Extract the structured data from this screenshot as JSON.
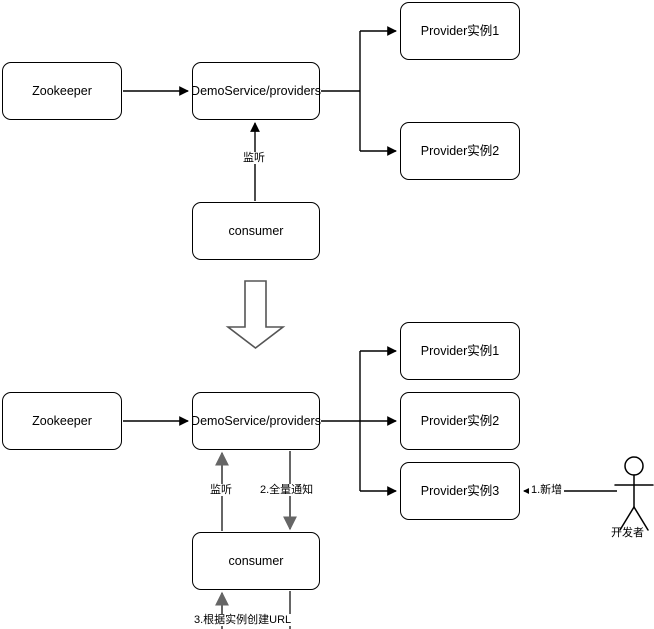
{
  "diagram": {
    "title": "Dubbo Zookeeper provider registry notification flow",
    "colors": {
      "stroke_black": "#000000",
      "stroke_gray": "#666666",
      "background": "#ffffff"
    },
    "top_section": {
      "nodes": {
        "zookeeper": "Zookeeper",
        "registry_path": "DemoService/providers",
        "provider1": "Provider实例1",
        "provider2": "Provider实例2",
        "consumer": "consumer"
      },
      "edge_labels": {
        "watch": "监听"
      }
    },
    "transition": {
      "arrow": "down-arrow"
    },
    "bottom_section": {
      "nodes": {
        "zookeeper": "Zookeeper",
        "registry_path": "DemoService/providers",
        "provider1": "Provider实例1",
        "provider2": "Provider实例2",
        "provider3": "Provider实例3",
        "consumer": "consumer"
      },
      "edge_labels": {
        "watch": "监听",
        "full_notify": "2.全量通知",
        "create_url": "3.根据实例创建URL",
        "add_instance": "1.新增"
      },
      "actor": {
        "label": "开发者",
        "icon": "stick-figure-icon"
      }
    }
  }
}
